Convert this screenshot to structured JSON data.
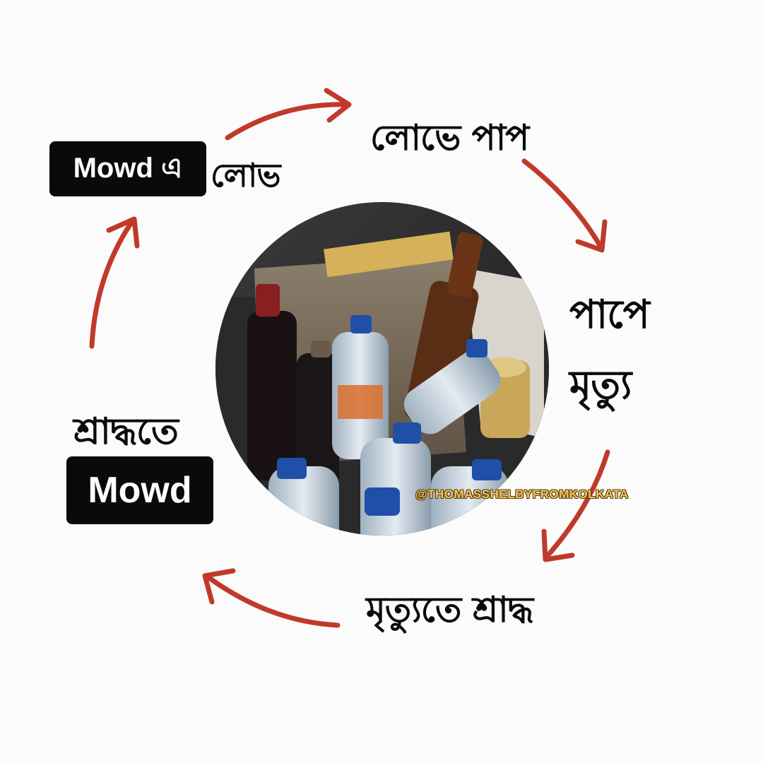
{
  "cycle": {
    "greed_box": "Mowd এ",
    "greed_text": "লোভ",
    "sin_from_greed": "লোভে পাপ",
    "death_from_sin_line1": "পাপে",
    "death_from_sin_line2": "মৃত্যু",
    "shraddha_from_death": "মৃত্যুতে শ্রাদ্ধ",
    "shraddha_text": "শ্রাদ্ধতে",
    "shraddha_box": "Mowd"
  },
  "photo": {
    "watermark": "@THOMASSHELBYFROMKOLKATA"
  },
  "colors": {
    "arrow": "#c0392b",
    "background": "#fbfbfb",
    "label_box": "#0a0a0a"
  }
}
